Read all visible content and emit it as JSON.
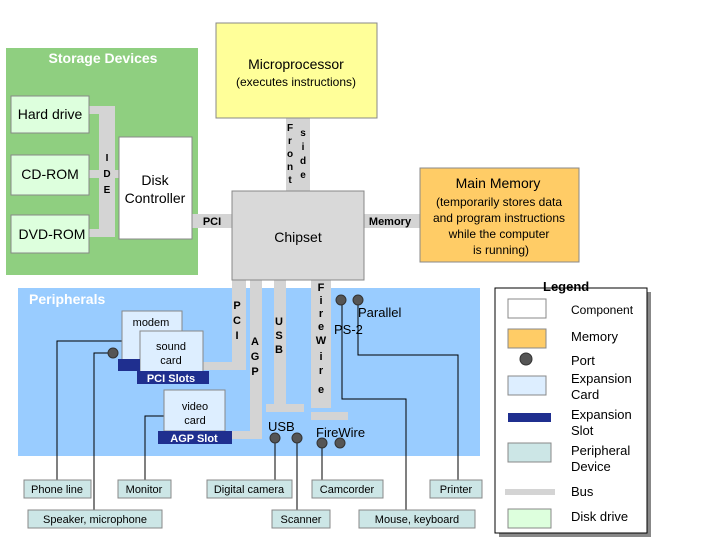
{
  "regions": {
    "storage": "Storage Devices",
    "peripherals": "Peripherals"
  },
  "components": {
    "microprocessor": {
      "title": "Microprocessor",
      "subtitle": "(executes instructions)"
    },
    "main_memory": {
      "title": "Main Memory",
      "lines": [
        "(temporarily stores data",
        "and program instructions",
        "while the computer",
        "is running)"
      ]
    },
    "chipset": "Chipset",
    "disk_controller": [
      "Disk",
      "Controller"
    ]
  },
  "storage_devices": [
    "Hard drive",
    "CD-ROM",
    "DVD-ROM"
  ],
  "buses": {
    "ide": [
      "I",
      "D",
      "E"
    ],
    "frontside_a": [
      "F",
      "r",
      "o",
      "n",
      "t"
    ],
    "frontside_b": [
      "s",
      "i",
      "d",
      "e"
    ],
    "pci_left": "PCI",
    "memory": "Memory",
    "pci_vertical": [
      "P",
      "C",
      "I"
    ],
    "agp_vertical": [
      "A",
      "G",
      "P"
    ],
    "usb_vertical": [
      "U",
      "S",
      "B"
    ],
    "firewire_vertical": [
      "F",
      "i",
      "r",
      "e",
      "W",
      "i",
      "r",
      "e"
    ]
  },
  "cards": {
    "modem": "modem",
    "sound": [
      "sound",
      "card"
    ],
    "video": [
      "video",
      "card"
    ],
    "pci_slots": "PCI Slots",
    "agp_slot": "AGP Slot"
  },
  "ports": {
    "parallel": "Parallel",
    "ps2": "PS-2",
    "usb": "USB",
    "firewire": "FireWire"
  },
  "peripherals": [
    "Phone line",
    "Monitor",
    "Digital camera",
    "Camcorder",
    "Printer",
    "Speaker, microphone",
    "Scanner",
    "Mouse, keyboard"
  ],
  "legend": {
    "title": "Legend",
    "items": [
      "Component",
      "Memory",
      "Port",
      [
        "Expansion",
        "Card"
      ],
      [
        "Expansion",
        "Slot"
      ],
      [
        "Peripheral",
        "Device"
      ],
      "Bus",
      "Disk drive"
    ]
  },
  "colors": {
    "storage_bg": "#8fcf80",
    "peripheral_bg": "#99ccff",
    "microprocessor": "#ffff99",
    "memory": "#ffcc66",
    "chipset": "#d9d9d9",
    "bus": "#d4d4d4",
    "card": "#ddeeff",
    "slot": "#1f2f8f",
    "peripheral_box": "#cce6e6",
    "disk_drive": "#ddffdd",
    "port": "#555555"
  }
}
